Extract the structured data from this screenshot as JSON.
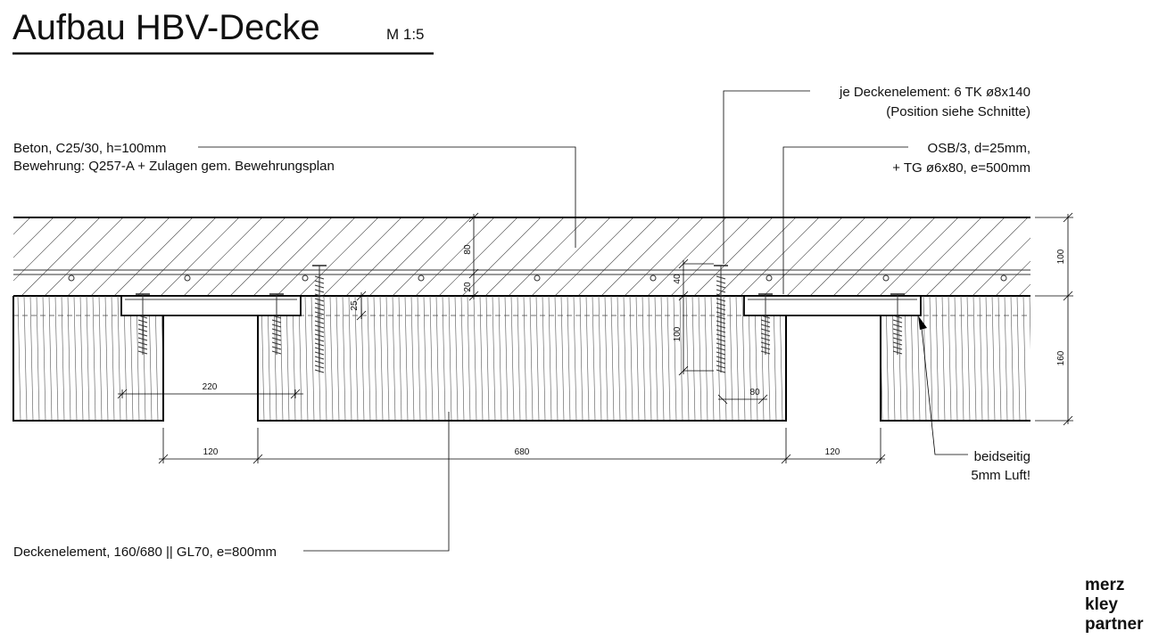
{
  "title": "Aufbau HBV-Decke",
  "scale": "M 1:5",
  "labels": {
    "beton_line1": "Beton, C25/30, h=100mm",
    "beton_line2": "Bewehrung: Q257-A + Zulagen gem. Bewehrungsplan",
    "tk_line1": "je Deckenelement: 6 TK ø8x140",
    "tk_line2": "(Position siehe Schnitte)",
    "osb_line1": "OSB/3, d=25mm,",
    "osb_line2": "+ TG ø6x80, e=500mm",
    "luft_line1": "beidseitig",
    "luft_line2": "5mm Luft!",
    "element": "Deckenelement, 160/680 || GL70, e=800mm"
  },
  "dimensions": {
    "concrete_total": "100",
    "timber_height": "160",
    "concrete_upper": "80",
    "concrete_lower": "20",
    "osb_thickness": "25",
    "tk_top": "40",
    "tk_embed": "100",
    "tg_length": "80",
    "gap_width": "220",
    "left_gap": "120",
    "element_width": "680",
    "right_gap": "120"
  },
  "logo": {
    "line1": "merz",
    "line2": "kley",
    "line3": "partner"
  }
}
